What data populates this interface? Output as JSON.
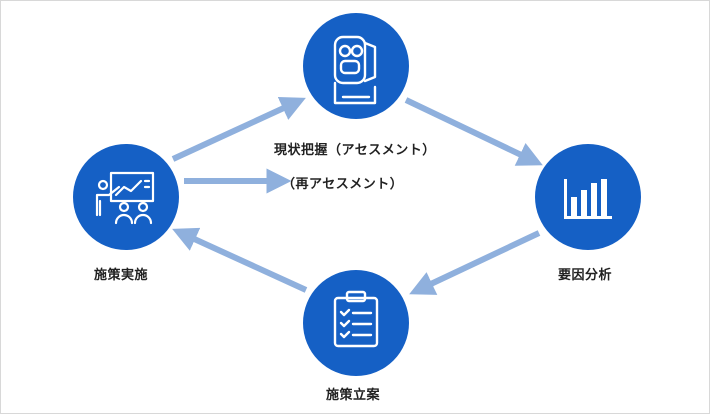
{
  "colors": {
    "node_fill": "#1560c5",
    "arrow": "#8fb0dd",
    "icon_stroke": "#ffffff",
    "text": "#222222"
  },
  "nodes": [
    {
      "id": "assessment",
      "label": "現状把握（アセスメント）",
      "icon": "robot-camera-icon"
    },
    {
      "id": "analysis",
      "label": "要因分析",
      "icon": "bar-chart-icon"
    },
    {
      "id": "planning",
      "label": "施策立案",
      "icon": "clipboard-checklist-icon"
    },
    {
      "id": "implementation",
      "label": "施策実施",
      "icon": "presentation-icon"
    }
  ],
  "reassessment_label": "（再アセスメント）"
}
